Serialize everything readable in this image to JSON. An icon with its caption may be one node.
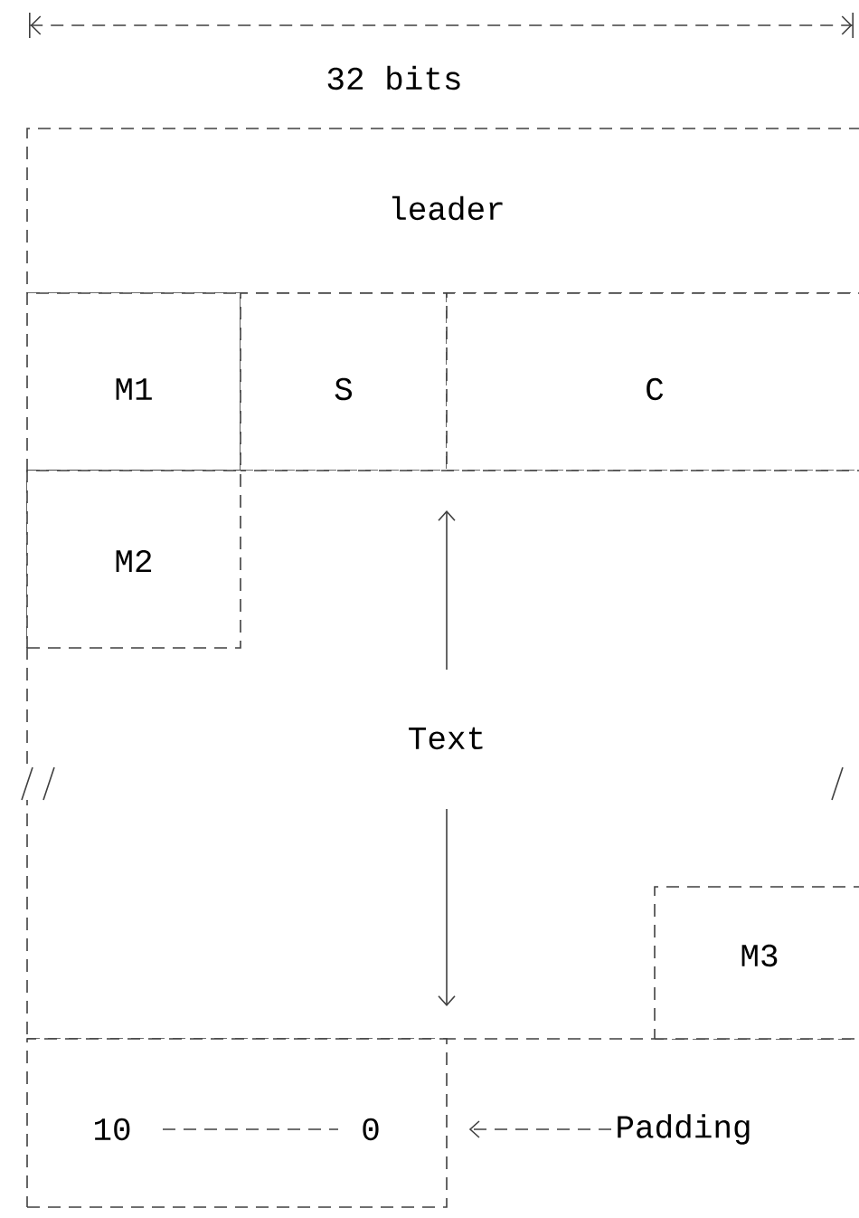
{
  "diagram": {
    "nodes": [
      {
        "text": [
          "leader"
        ]
      },
      {
        "text": [
          "M1"
        ]
      },
      {
        "text": [
          "S"
        ]
      },
      {
        "text": [
          "C"
        ]
      },
      {
        "text": [
          "Text"
        ]
      },
      {
        "text": [
          "M2"
        ],
        "in": 4
      },
      {
        "text": [
          "M3"
        ],
        "in": 4
      },
      {
        "text": [
          "10",
          "0"
        ]
      },
      {
        "text": [
          "Padding"
        ]
      }
    ],
    "edges": [
      {
        "from": 8,
        "to": 7,
        "arrow": "to",
        "style": "dashed"
      }
    ],
    "labels": [
      "32 bits"
    ]
  }
}
